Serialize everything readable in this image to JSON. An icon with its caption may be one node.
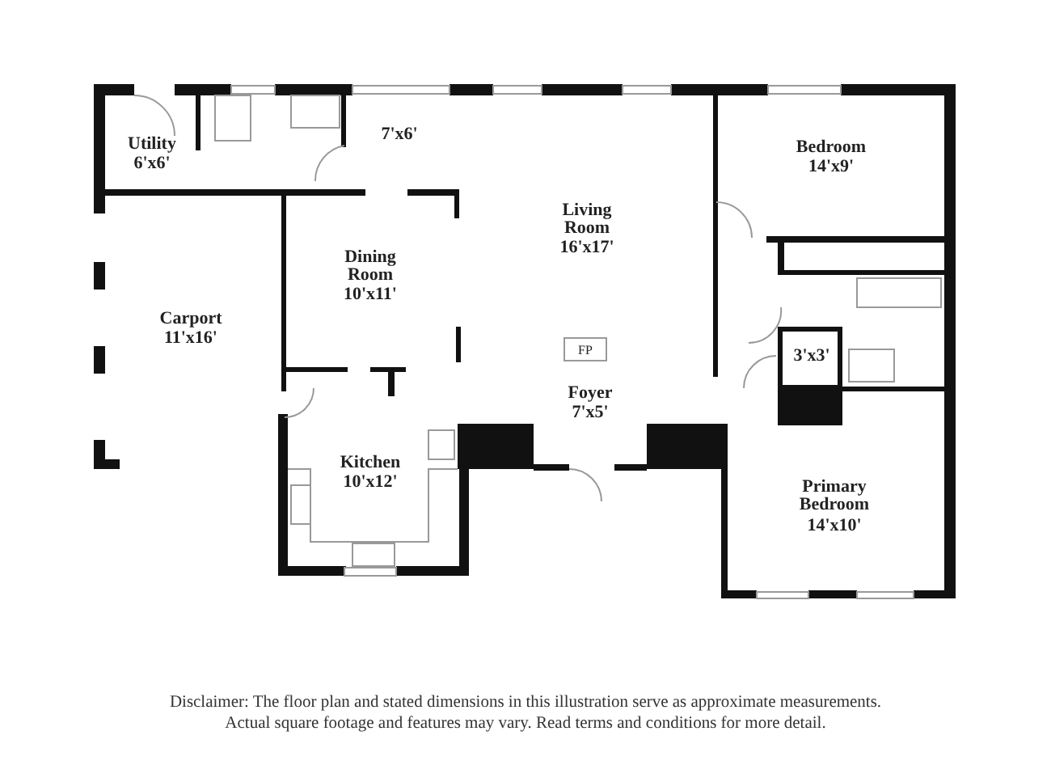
{
  "diagram": {
    "caption": "Disclaimer: The floor plan and stated dimensions in this illustration serve as approximate measurements. Actual square footage and features may vary. Read terms and conditions for more detail.",
    "labels": [
      "Utility",
      "6'x6'",
      "7'x6'",
      "Bedroom",
      "14'x9'",
      "Living Room",
      "16'x17'",
      "Dining Room",
      "10'x11'",
      "Carport",
      "11'x16'",
      "FP",
      "3'x3'",
      "Foyer",
      "7'x5'",
      "Kitchen",
      "10'x12'",
      "Primary Bedroom",
      "14'x10'"
    ]
  }
}
